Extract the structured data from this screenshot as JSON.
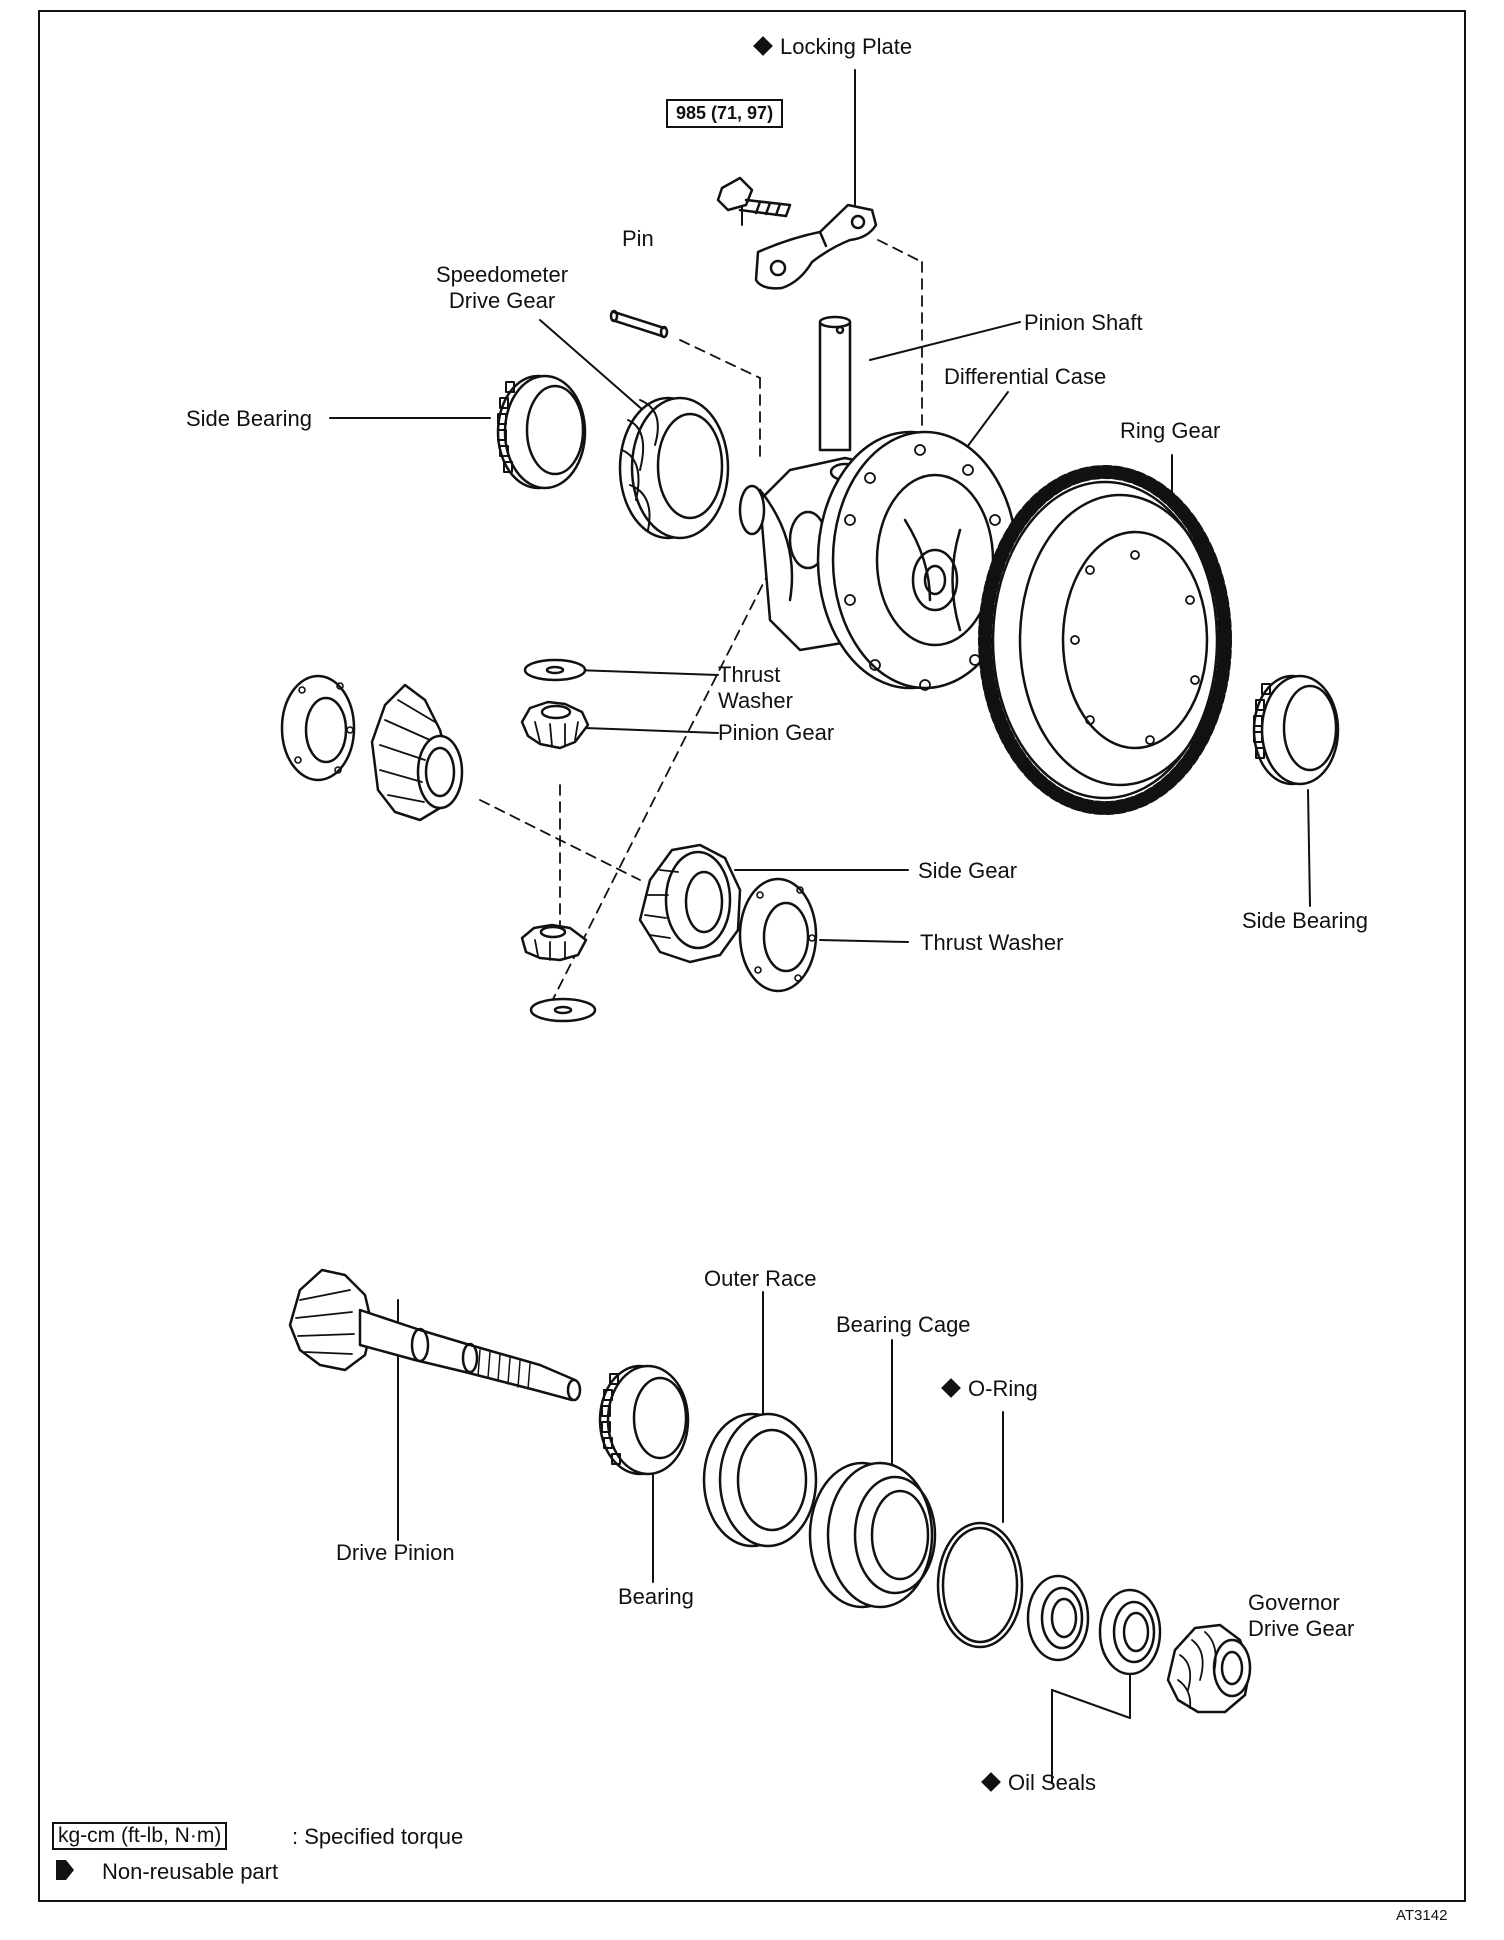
{
  "figure_code": "AT3142",
  "torque_spec": "985 (71, 97)",
  "labels": {
    "locking_plate": "Locking Plate",
    "pin": "Pin",
    "speedometer_drive_gear": "Speedometer\nDrive Gear",
    "pinion_shaft": "Pinion Shaft",
    "differential_case": "Differential Case",
    "side_bearing_left": "Side Bearing",
    "ring_gear": "Ring Gear",
    "thrust_washer_top": "Thrust\nWasher",
    "pinion_gear": "Pinion Gear",
    "side_gear": "Side Gear",
    "thrust_washer_right": "Thrust Washer",
    "side_bearing_right": "Side Bearing",
    "outer_race": "Outer Race",
    "bearing_cage": "Bearing Cage",
    "o_ring": "O-Ring",
    "drive_pinion": "Drive Pinion",
    "bearing": "Bearing",
    "governor_drive_gear": "Governor\nDrive Gear",
    "oil_seals": "Oil Seals"
  },
  "legend": {
    "torque_unit": "kg-cm (ft-lb, N·m)",
    "torque_desc": ":  Specified torque",
    "nonreusable_desc": "Non-reusable part"
  },
  "non_reusable_parts": [
    "Locking Plate",
    "O-Ring",
    "Oil Seals"
  ]
}
